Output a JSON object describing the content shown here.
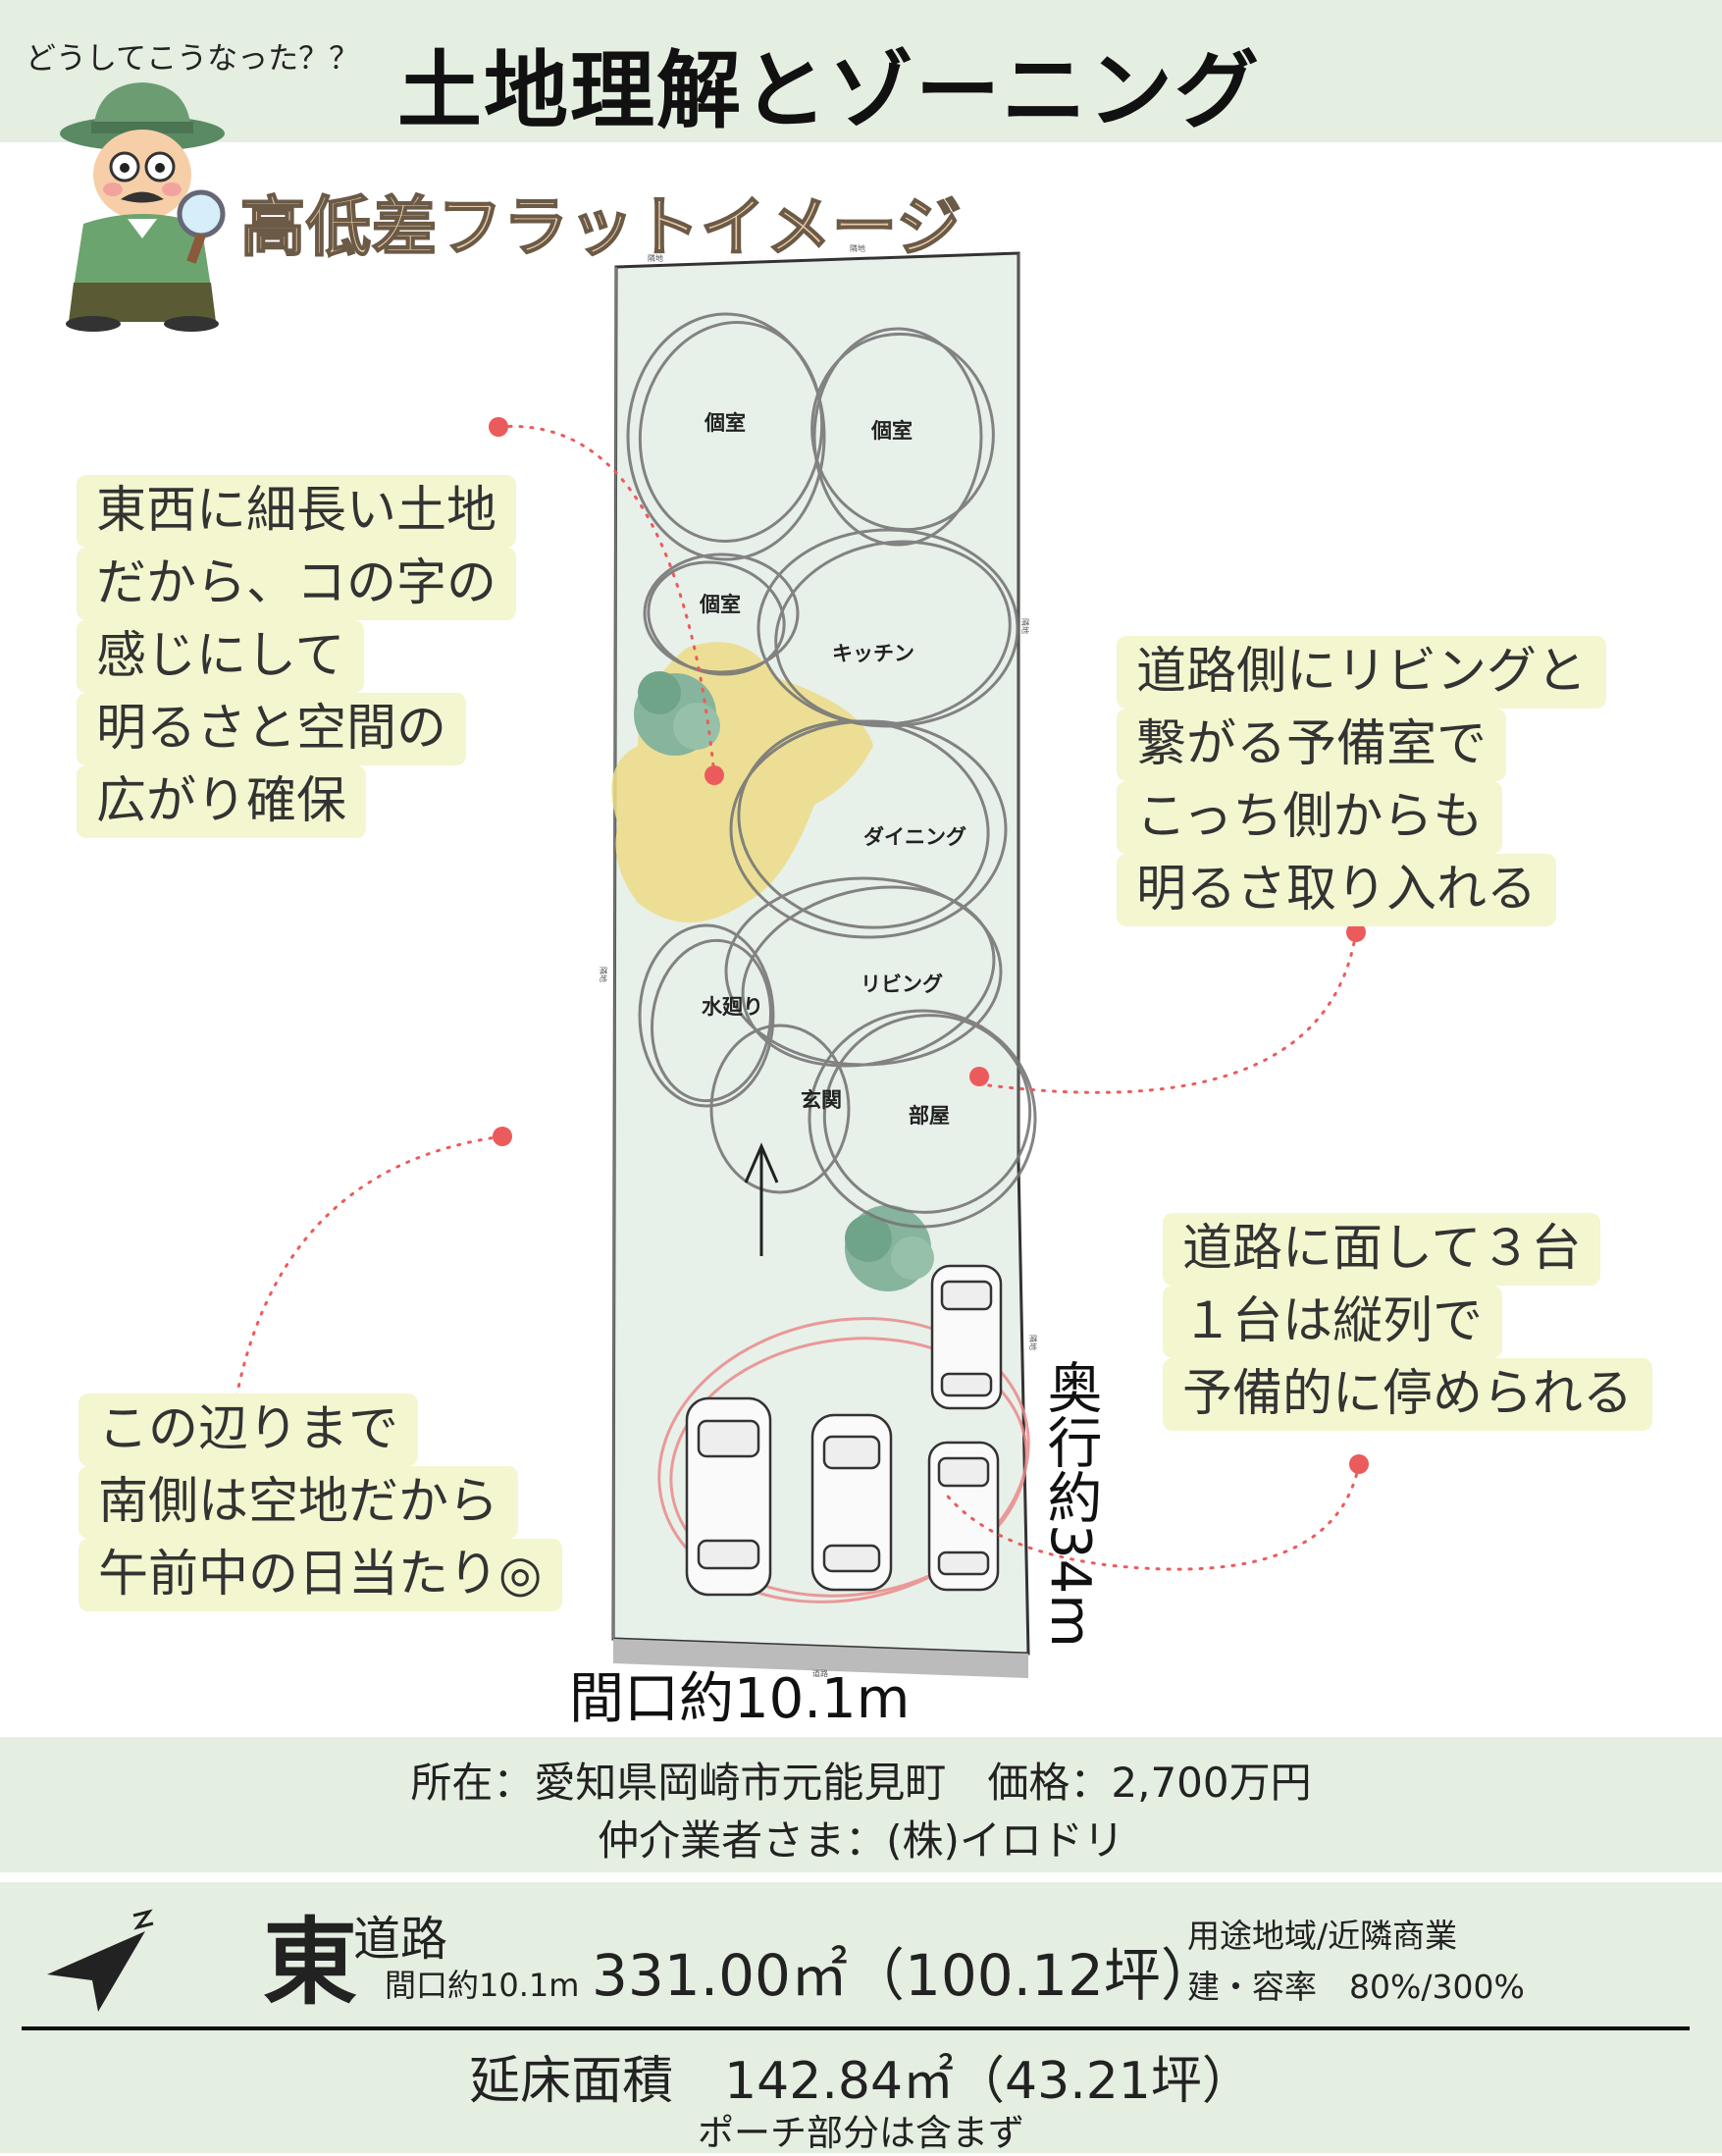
{
  "header": {
    "pre_title": "どうしてこうなった？？",
    "title": "土地理解とゾーニング"
  },
  "subtitle": "高低差フラットイメージ",
  "plan": {
    "rooms": [
      "個室",
      "個室",
      "個室",
      "キッチン",
      "ダイニング",
      "リビング",
      "水廻り",
      "玄関",
      "部屋"
    ],
    "boundary_labels": {
      "top_left": "隣地",
      "top_right": "隣地",
      "left": "隣地",
      "right_upper": "隣地",
      "right_lower": "隣地",
      "bottom": "道路"
    }
  },
  "notes": {
    "west": [
      "東西に細長い土地",
      "だから、コの字の",
      "感じにして",
      "明るさと空間の",
      "広がり確保"
    ],
    "road_side": [
      "道路側にリビングと",
      "繋がる予備室で",
      "こっち側からも",
      "明るさ取り入れる"
    ],
    "parking": [
      "道路に面して３台",
      "１台は縦列で",
      "予備的に停められる"
    ],
    "south": [
      "この辺りまで",
      "南側は空地だから",
      "午前中の日当たり◎"
    ]
  },
  "dimensions": {
    "width": "間口約10.1m",
    "depth": "奥行約34m"
  },
  "info": {
    "line1": "所在：愛知県岡崎市元能見町　価格：2,700万円",
    "line2": "仲介業者さま：(株)イロドリ"
  },
  "summary": {
    "direction": "東",
    "road": "道路",
    "frontage": "間口約10.1m",
    "area": "331.00㎡（100.12坪）",
    "zone": "用途地域/近隣商業",
    "ratio": "建・容率　80%/300%",
    "floor_area": "延床面積　142.84㎡（43.21坪）",
    "floor_note": "ポーチ部分は含まず"
  },
  "colors": {
    "band_green": "#e4eee1",
    "note_yellow": "#f3f6cf",
    "lot_fill": "#e8f0ea",
    "dot_red": "#ec5b5b",
    "sketch_gray": "#777777",
    "sun_yellow": "#ecdc86",
    "tree_green": "#86b49c",
    "parking_pink": "#ea8a8a"
  },
  "icons": [
    "detective-character-icon",
    "north-arrow-icon",
    "tree-icon",
    "car-icon",
    "up-arrow-icon"
  ]
}
